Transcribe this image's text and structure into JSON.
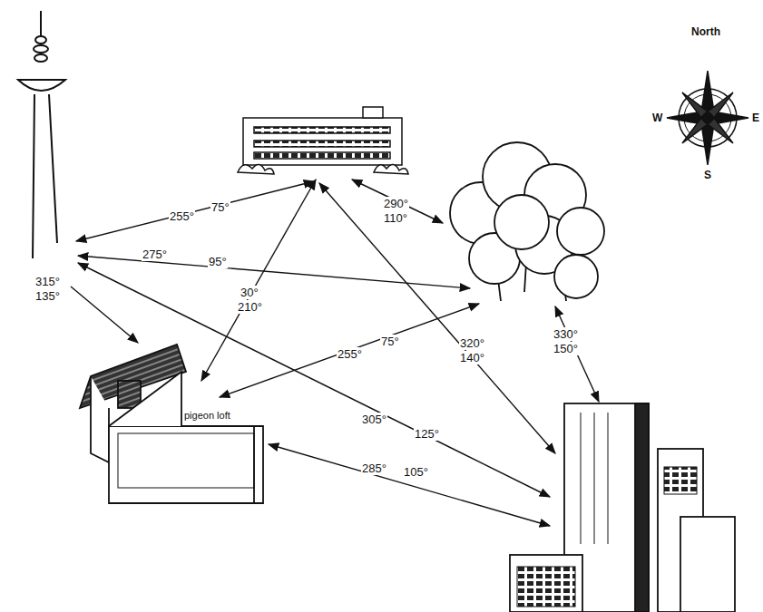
{
  "diagram": {
    "nodes": [
      {
        "text": [
          "pigeon loft"
        ]
      }
    ],
    "labels": [
      "255°",
      "75°",
      "290°",
      "110°",
      "275°",
      "95°",
      "315°",
      "135°",
      "30°",
      "210°",
      "255°",
      "75°",
      "320°",
      "140°",
      "330°",
      "150°",
      "305°",
      "125°",
      "285°",
      "105°",
      "North",
      "W",
      "E",
      "S"
    ]
  }
}
